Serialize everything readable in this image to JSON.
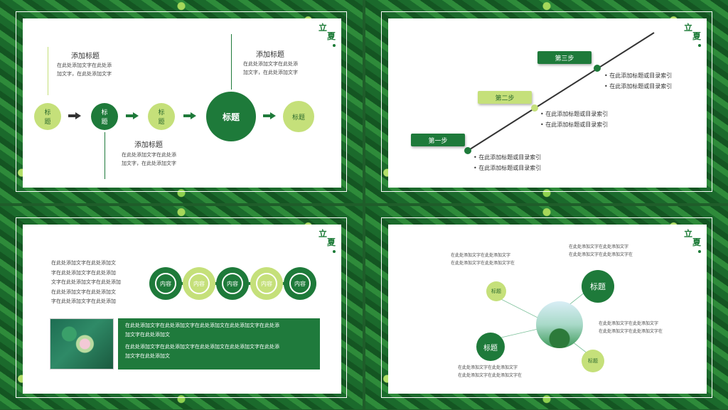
{
  "logo_text": [
    "立",
    "夏"
  ],
  "slide1": {
    "circles": [
      "标\n题",
      "标\n题",
      "标\n题",
      "标题",
      "标题"
    ],
    "blocks": [
      {
        "title": "添加标题",
        "text": [
          "在此处添加文字在此处添",
          "加文字，在此处添加文字"
        ]
      },
      {
        "title": "添加标题",
        "text": [
          "在此处添加文字在此处添",
          "加文字，在此处添加文字"
        ]
      },
      {
        "title": "添加标题",
        "text": [
          "在此处添加文字在此处添",
          "加文字，在此处添加文字"
        ]
      }
    ]
  },
  "slide2": {
    "steps": [
      "第一步",
      "第二步",
      "第三步"
    ],
    "bullets": [
      "在此添加标题或目录索引",
      "在此添加标题或目录索引"
    ]
  },
  "slide3": {
    "left_text": [
      "在此处添加文字在此处添加文",
      "字在此处添加文字在此处添加",
      "文字在此处添加文字在此处添加",
      "在此处添加文字在此处添加文",
      "字在此处添加文字在此处添加"
    ],
    "rings": [
      "内容",
      "内容",
      "内容",
      "内容",
      "内容"
    ],
    "box_text": [
      "在此处添加文字在此处添加文字在此处添加文在此处添加文字在此处添",
      "加文字在此处添加文",
      "在此处添加文字在此处添加文字在此处添加文在此处添加文字在此处添",
      "加文字在此处添加文"
    ]
  },
  "slide4": {
    "nodes": [
      "标题",
      "标题",
      "标题",
      "标题"
    ],
    "texts": [
      [
        "在此处添加文字在此处添加文字",
        "在此处添加文字在此处添加文字在"
      ],
      [
        "在此处添加文字在此处添加文字",
        "在此处添加文字在此处添加文字在"
      ],
      [
        "在此处添加文字在此处添加文字",
        "在此处添加文字在此处添加文字在"
      ],
      [
        "在此处添加文字在此处添加文字",
        "在此处添加文字在此处添加文字在"
      ]
    ]
  }
}
